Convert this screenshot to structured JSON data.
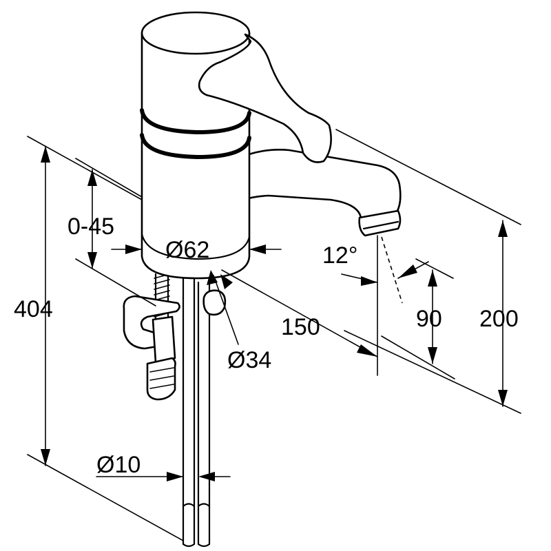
{
  "diagram": {
    "dimensions": {
      "height_total": "404",
      "height_body": "200",
      "spout_height": "90",
      "projection": "150",
      "adjust_range": "0-45",
      "body_diameter": "Ø62",
      "hole_diameter": "Ø34",
      "pipe_diameter": "Ø10",
      "spout_angle": "12°"
    }
  }
}
